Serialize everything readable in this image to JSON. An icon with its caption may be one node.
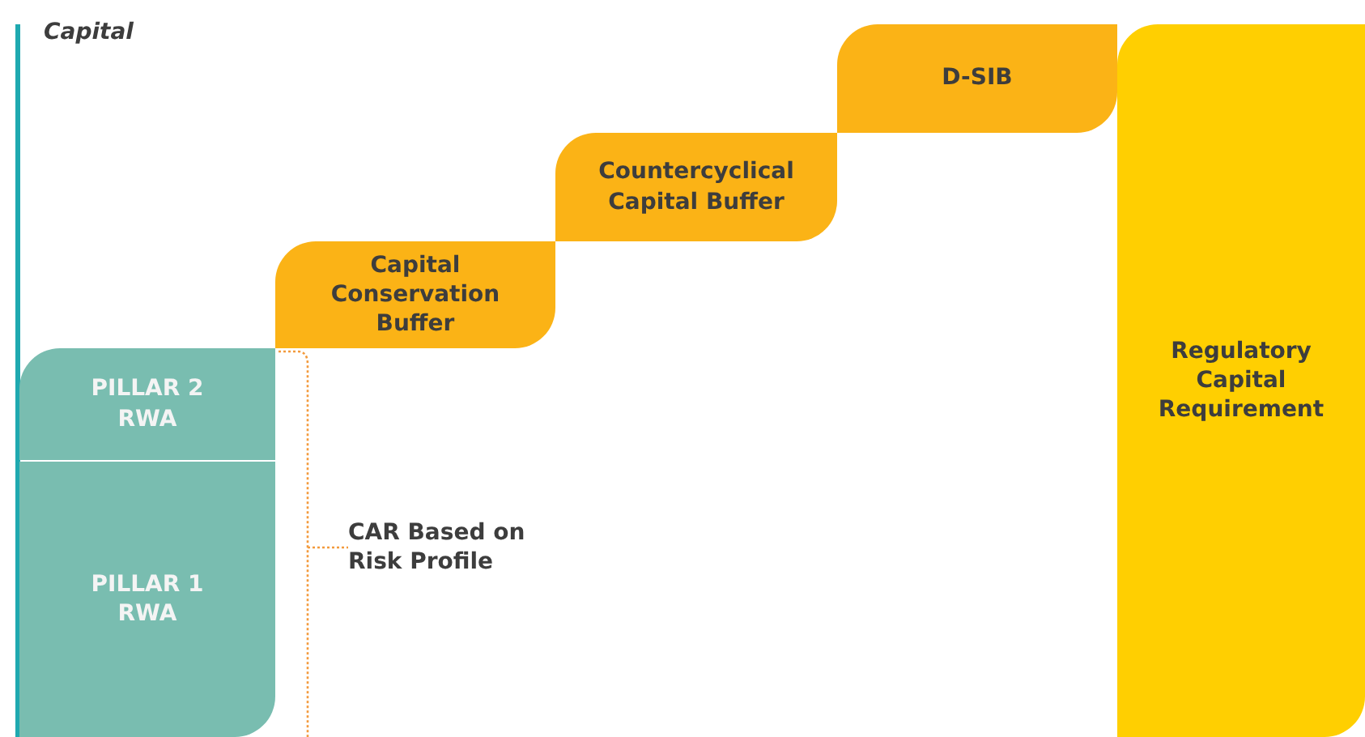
{
  "diagram": {
    "nodes": [
      {
        "text": [
          "PILLAR 2 RWA"
        ]
      },
      {
        "text": [
          "PILLAR 1 RWA"
        ]
      },
      {
        "text": [
          "Capital Conservation Buffer"
        ]
      },
      {
        "text": [
          "Countercyclical Capital Buffer"
        ]
      },
      {
        "text": [
          "D-SIB"
        ]
      },
      {
        "text": [
          "Regulatory Capital Requirement"
        ]
      },
      {
        "text": [
          "CAR Based on Risk Profile"
        ]
      }
    ],
    "labels": [
      "Capital"
    ]
  }
}
